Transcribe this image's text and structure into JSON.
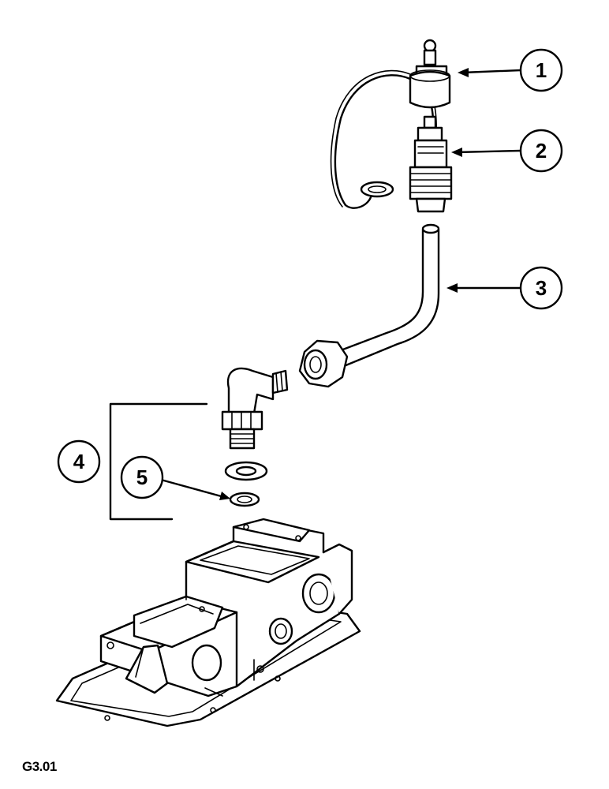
{
  "callouts": [
    {
      "id": 1,
      "label": "1"
    },
    {
      "id": 2,
      "label": "2"
    },
    {
      "id": 3,
      "label": "3"
    },
    {
      "id": 4,
      "label": "4"
    },
    {
      "id": 5,
      "label": "5"
    }
  ],
  "figure_code": "G3.01",
  "colors": {
    "ink": "#000000",
    "paper": "#ffffff"
  }
}
